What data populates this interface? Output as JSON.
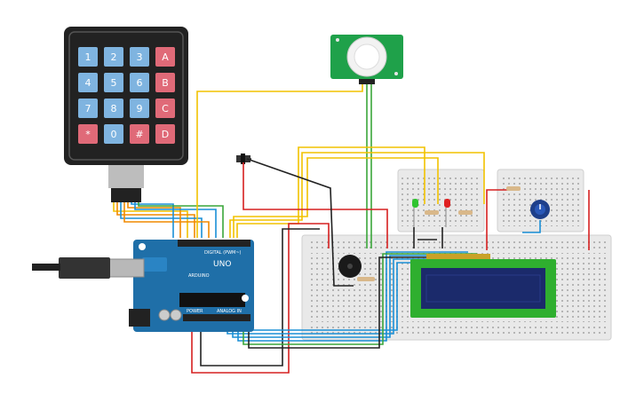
{
  "keypad": {
    "keys": [
      [
        "1",
        "2",
        "3",
        "A"
      ],
      [
        "4",
        "5",
        "6",
        "B"
      ],
      [
        "7",
        "8",
        "9",
        "C"
      ],
      [
        "*",
        "0",
        "#",
        "D"
      ]
    ]
  },
  "arduino": {
    "model_label": "UNO",
    "brand_label": "ARDUINO",
    "digital_label": "DIGITAL (PWM~)",
    "power_label": "POWER",
    "analog_label": "ANALOG IN"
  },
  "colors": {
    "wire_yellow": "#f2c200",
    "wire_orange": "#f28a00",
    "wire_blue": "#1a8fd6",
    "wire_green": "#3aa63a",
    "wire_red": "#d62020",
    "wire_black": "#222222",
    "arduino_blue": "#1f6fa8",
    "lcd_green": "#2faf2f",
    "lcd_screen": "#1b2a6b",
    "led_green": "#2fc42f",
    "led_red": "#e02020",
    "key_blue": "#7fb4e0",
    "key_red": "#e06a78"
  }
}
